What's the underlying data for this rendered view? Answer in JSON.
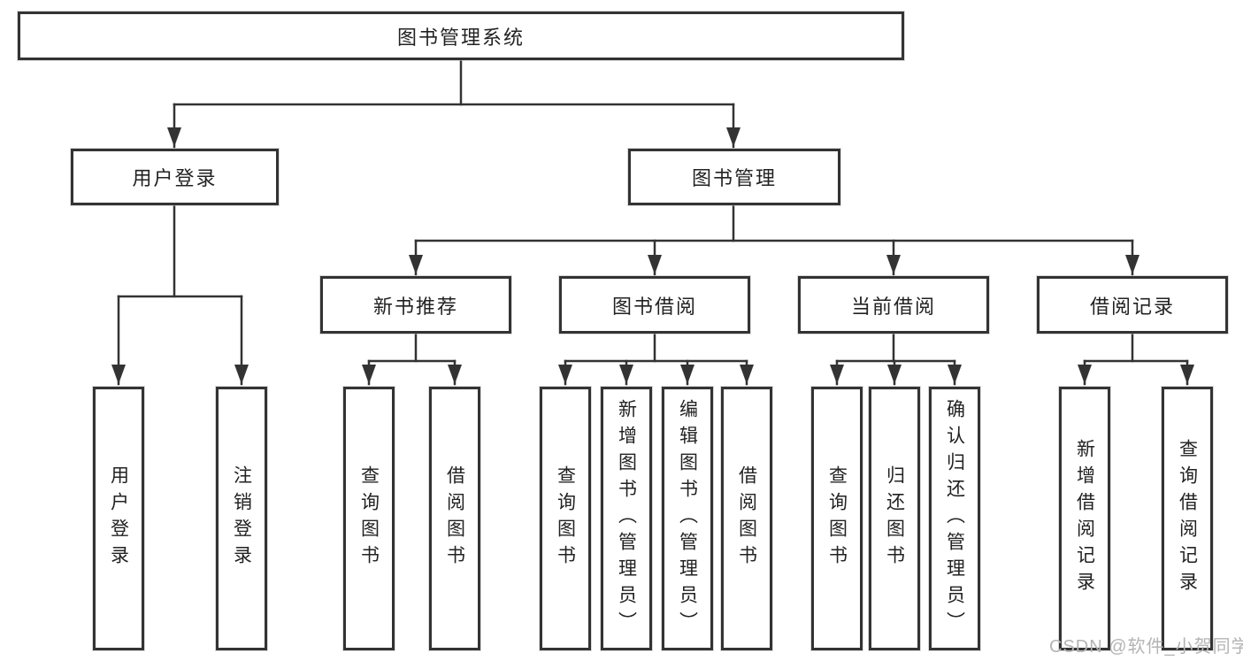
{
  "tree": {
    "root": {
      "label": "图书管理系统"
    },
    "branches": [
      {
        "label": "用户登录",
        "children": [
          {
            "label": "用户登录"
          },
          {
            "label": "注销登录"
          }
        ]
      },
      {
        "label": "图书管理",
        "children": [
          {
            "label": "新书推荐",
            "children": [
              {
                "label": "查询图书"
              },
              {
                "label": "借阅图书"
              }
            ]
          },
          {
            "label": "图书借阅",
            "children": [
              {
                "label": "查询图书"
              },
              {
                "label": "新增图书（管理员）"
              },
              {
                "label": "编辑图书（管理员）"
              },
              {
                "label": "借阅图书"
              }
            ]
          },
          {
            "label": "当前借阅",
            "children": [
              {
                "label": "查询图书"
              },
              {
                "label": "归还图书"
              },
              {
                "label": "确认归还（管理员）"
              }
            ]
          },
          {
            "label": "借阅记录",
            "children": [
              {
                "label": "新增借阅记录"
              },
              {
                "label": "查询借阅记录"
              }
            ]
          }
        ]
      }
    ]
  },
  "watermark": {
    "text": "CSDN @软件_小贺同学"
  },
  "colors": {
    "line": "#333333",
    "border": "#333333",
    "watermark": "#b4b4b4"
  }
}
